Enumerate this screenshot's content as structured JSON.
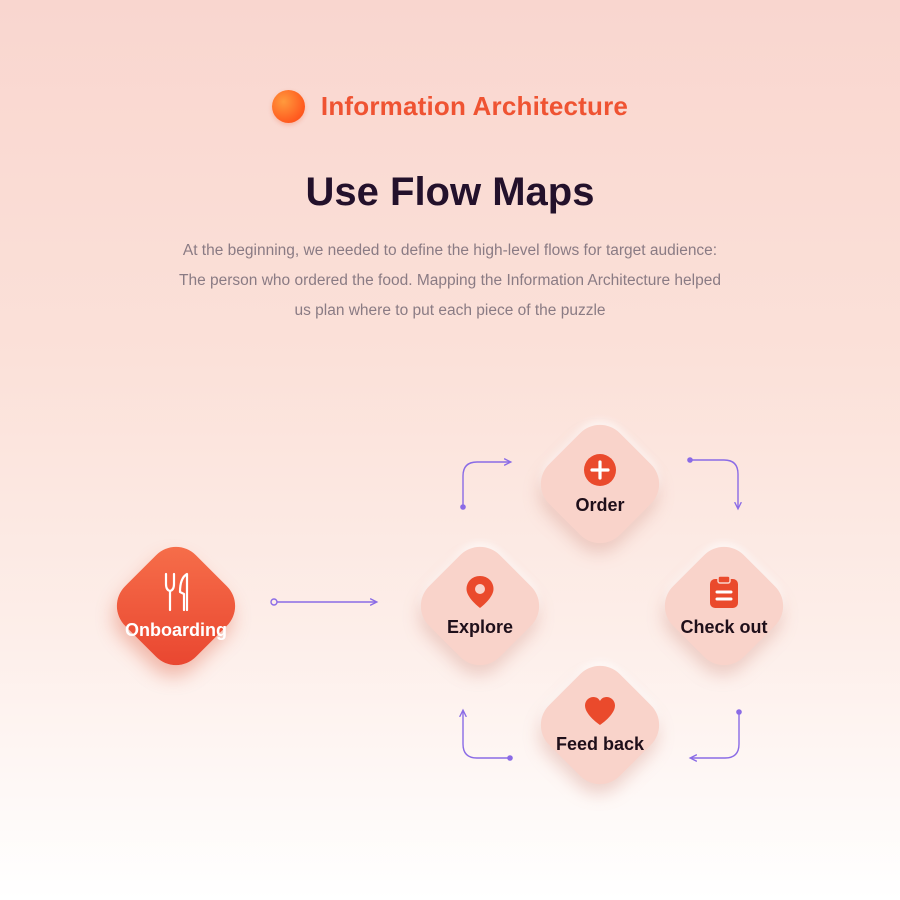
{
  "header": {
    "subtitle": "Information Architecture"
  },
  "title": "Use Flow Maps",
  "description": [
    "At the beginning, we needed to define the high-level flows for target audience:",
    "The person who ordered the food. Mapping the Information Architecture helped",
    "us plan where to put each piece of the puzzle"
  ],
  "nodes": {
    "onboarding": {
      "label": "Onboarding",
      "icon": "fork-knife-icon"
    },
    "explore": {
      "label": "Explore",
      "icon": "location-pin-icon"
    },
    "order": {
      "label": "Order",
      "icon": "plus-circle-icon"
    },
    "checkout": {
      "label": "Check out",
      "icon": "clipboard-icon"
    },
    "feedback": {
      "label": "Feed back",
      "icon": "heart-icon"
    }
  },
  "colors": {
    "accent": "#ef5332",
    "title": "#23112b",
    "text": "#8a7b84",
    "arrow": "#8a6be6",
    "tile": "#f9d3ca"
  }
}
